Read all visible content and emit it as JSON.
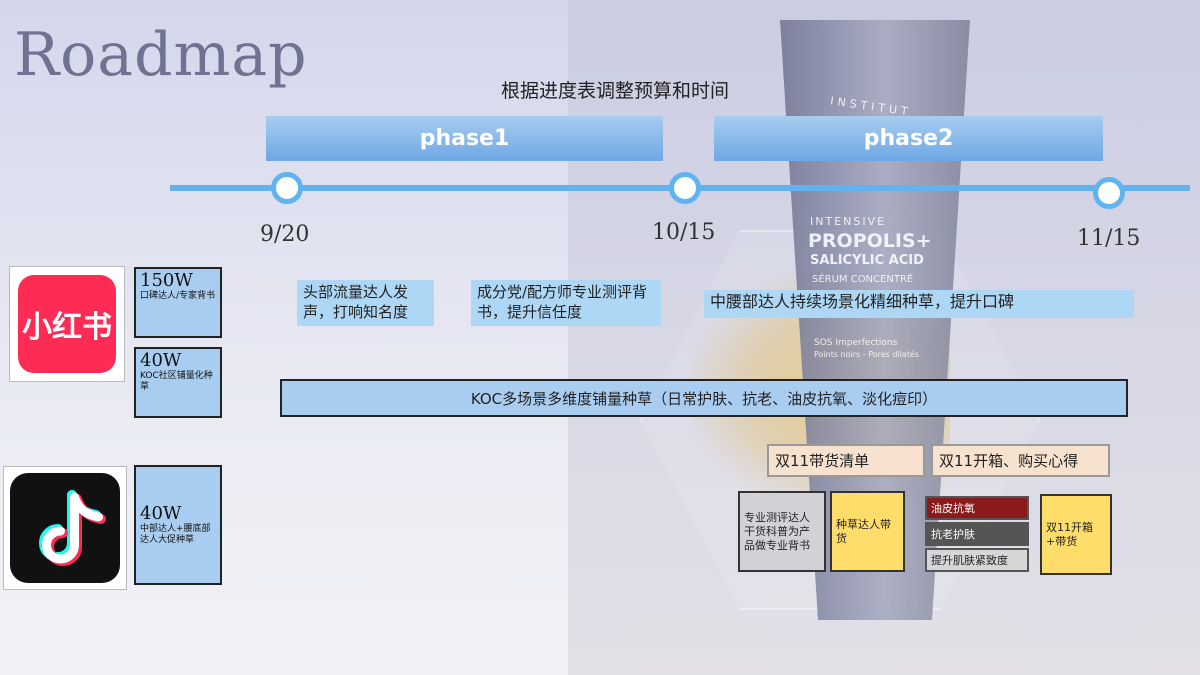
{
  "title": "Roadmap",
  "subtitle": "根据进度表调整预算和时间",
  "phases": [
    {
      "label": "phase1"
    },
    {
      "label": "phase2"
    }
  ],
  "dates": [
    "9/20",
    "10/15",
    "11/15"
  ],
  "product": {
    "brand": "INSTITUT",
    "line1": "INTENSIVE",
    "line2": "PROPOLIS+",
    "line3": "SALICYLIC ACID",
    "line4": "SÉRUM CONCENTRÉ",
    "line5": "SOS Imperfections",
    "line6": "Points noirs - Pores dilatés"
  },
  "xiaohongshu": {
    "logo_text": "小红书",
    "stat1_value": "150W",
    "stat1_desc": "口碑达人/专家背书",
    "stat2_value": "40W",
    "stat2_desc": "KOC社区铺量化种草"
  },
  "douyin": {
    "stat_value": "40W",
    "stat_desc": "中部达人+腰底部达人大促种草"
  },
  "notes": {
    "head_kol": "头部流量达人发声，打响知名度",
    "ingredient": "成分党/配方师专业测评背书，提升信任度",
    "mid_waist": "中腰部达人持续场景化精细种草，提升口碑"
  },
  "koc_bar": "KOC多场景多维度铺量种草（日常护肤、抗老、油皮抗氧、淡化痘印）",
  "douyin_plans": {
    "shopping_list": "双11带货清单",
    "unboxing": "双11开箱、购买心得",
    "card_expert": "专业测评达人干货科普为产品做专业背书",
    "card_grass": "种草达人带货",
    "tag_oily": "油皮抗氧",
    "tag_aging": "抗老护肤",
    "tag_firm": "提升肌肤紧致度",
    "card_unbox": "双11开箱+带货"
  },
  "colors": {
    "timeline": "#5fb4f0",
    "phase": "#6fa7e4",
    "stat_box": "#a9cdf0",
    "note_bg": "#aed7f5",
    "beige": "#f7e2cf",
    "yellow": "#fedd6b",
    "red_tag": "#8b1a1a",
    "xhs_red": "#fe2c55"
  }
}
